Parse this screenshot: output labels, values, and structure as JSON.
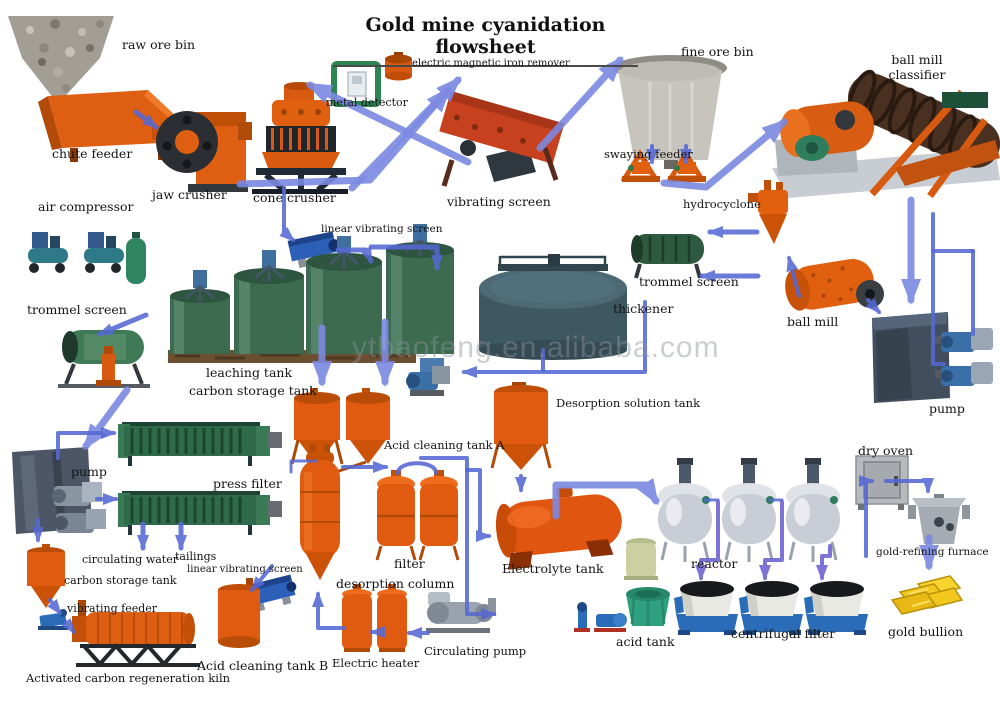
{
  "title": "Gold mine cyanidation flowsheet",
  "watermark": "ytbaofeng.en.alibaba.com",
  "colors": {
    "arrow_blue": "#5568d4",
    "arrow_light": "#7b89e2",
    "arrow_purple": "#7064d2",
    "equipment_orange": "#e05a10",
    "tank_green": "#3c6b50",
    "machine_blue": "#2b6cb8",
    "gold": "#f2c81e"
  },
  "labels": {
    "raw_ore_bin": "raw ore bin",
    "chute_feeder": "chute feeder",
    "jaw_crusher": "jaw crusher",
    "cone_crusher": "cone crusher",
    "metal_detector": "metal detector",
    "iron_remover": "electric magnetic iron remover",
    "vibrating_screen": "vibrating screen",
    "fine_ore_bin": "fine ore bin",
    "swaying_feeder": "swaying feeder",
    "ball_mill_classifier": "ball mill\nclassifier",
    "air_compressor": "air compressor",
    "linear_vibrating_screen_top": "linear vibrating screen",
    "trommel_screen_left": "trommel screen",
    "hydrocyclone": "hydrocyclone",
    "trommel_screen_right": "trommel screen",
    "thickener": "thickener",
    "ball_mill": "ball mill",
    "leaching_tank": "leaching tank",
    "carbon_storage_tank": "carbon storage tank",
    "pump_right": "pump",
    "pump_left": "pump",
    "press_filter": "press filter",
    "desorption_solution_tank": "Desorption solution tank",
    "acid_cleaning_tank_a": "Acid cleaning tank A",
    "dry_oven": "dry oven",
    "circulating_water": "circulating water",
    "tailings": "tailings",
    "linear_vibrating_screen_bottom": "linear vibrating screen",
    "carbon_storage_tank_left": "carbon storage tank",
    "vibrating_feeder": "vibrating feeder",
    "filter": "filter",
    "desorption_column": "desorption column",
    "electrolyte_tank": "Electrolyte tank",
    "reactor": "reactor",
    "gold_refining_furnace": "gold-refining furnace",
    "acid_cleaning_tank_b": "Acid cleaning tank B",
    "electric_heater": "Electric heater",
    "circulating_pump": "Circulating pump",
    "acid_tank": "acid tank",
    "centrifugal_filter": "centrifugal filter",
    "gold_bullion": "gold bullion",
    "activated_carbon_regeneration_kiln": "Activated carbon regeneration kiln"
  }
}
